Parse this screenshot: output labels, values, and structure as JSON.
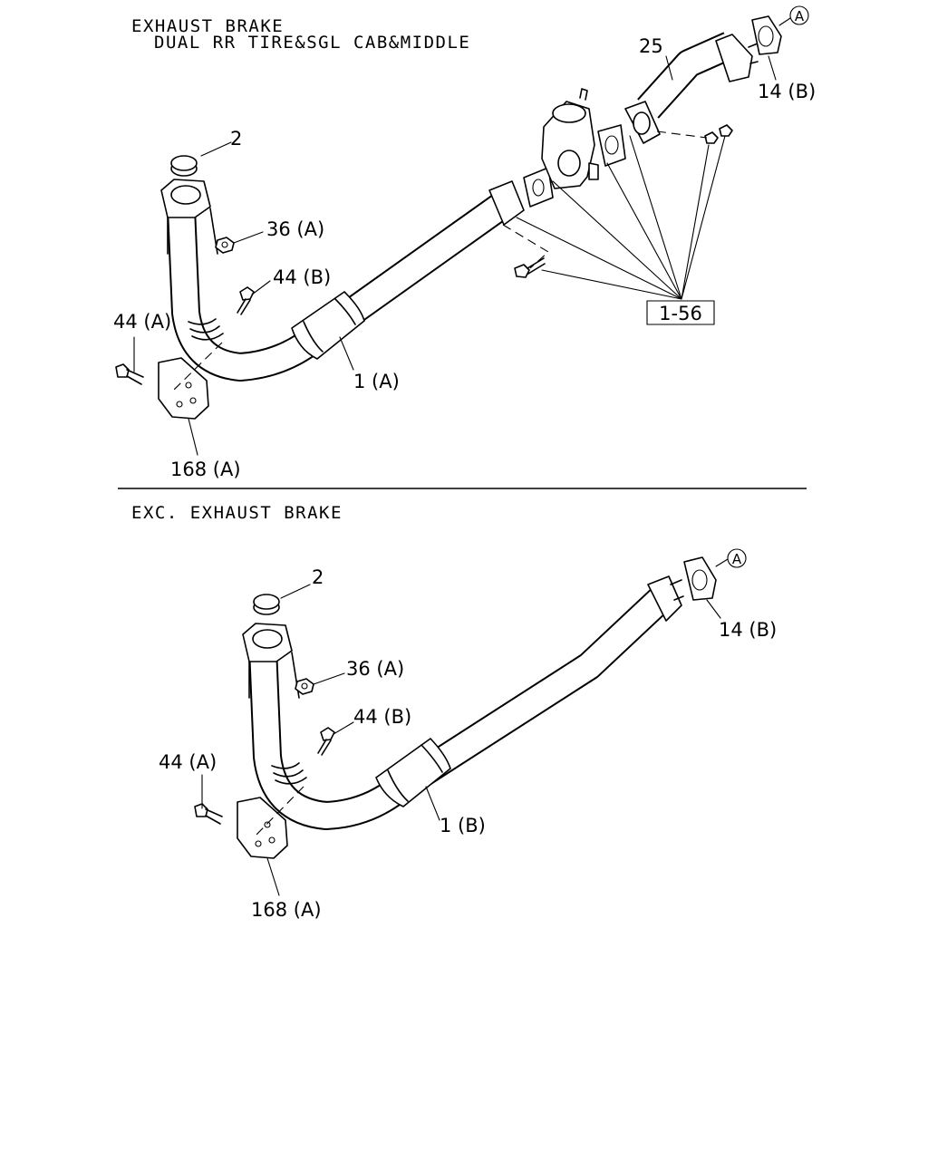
{
  "sections": {
    "top": {
      "heading_line1": "EXHAUST BRAKE",
      "heading_line2": "DUAL RR TIRE&SGL CAB&MIDDLE"
    },
    "bottom": {
      "heading": "EXC. EXHAUST BRAKE"
    }
  },
  "callouts_top": {
    "seal_ring": "2",
    "nut": "36 (A)",
    "bolt_b": "44 (B)",
    "bolt_a": "44 (A)",
    "pipe": "1 (A)",
    "bracket": "168 (A)",
    "rear_pipe": "25",
    "gasket": "14 (B)",
    "circle_ref": "A",
    "group_ref": "1-56"
  },
  "callouts_bottom": {
    "seal_ring": "2",
    "nut": "36 (A)",
    "bolt_b": "44 (B)",
    "bolt_a": "44 (A)",
    "pipe": "1 (B)",
    "bracket": "168 (A)",
    "gasket": "14 (B)",
    "circle_ref": "A"
  }
}
